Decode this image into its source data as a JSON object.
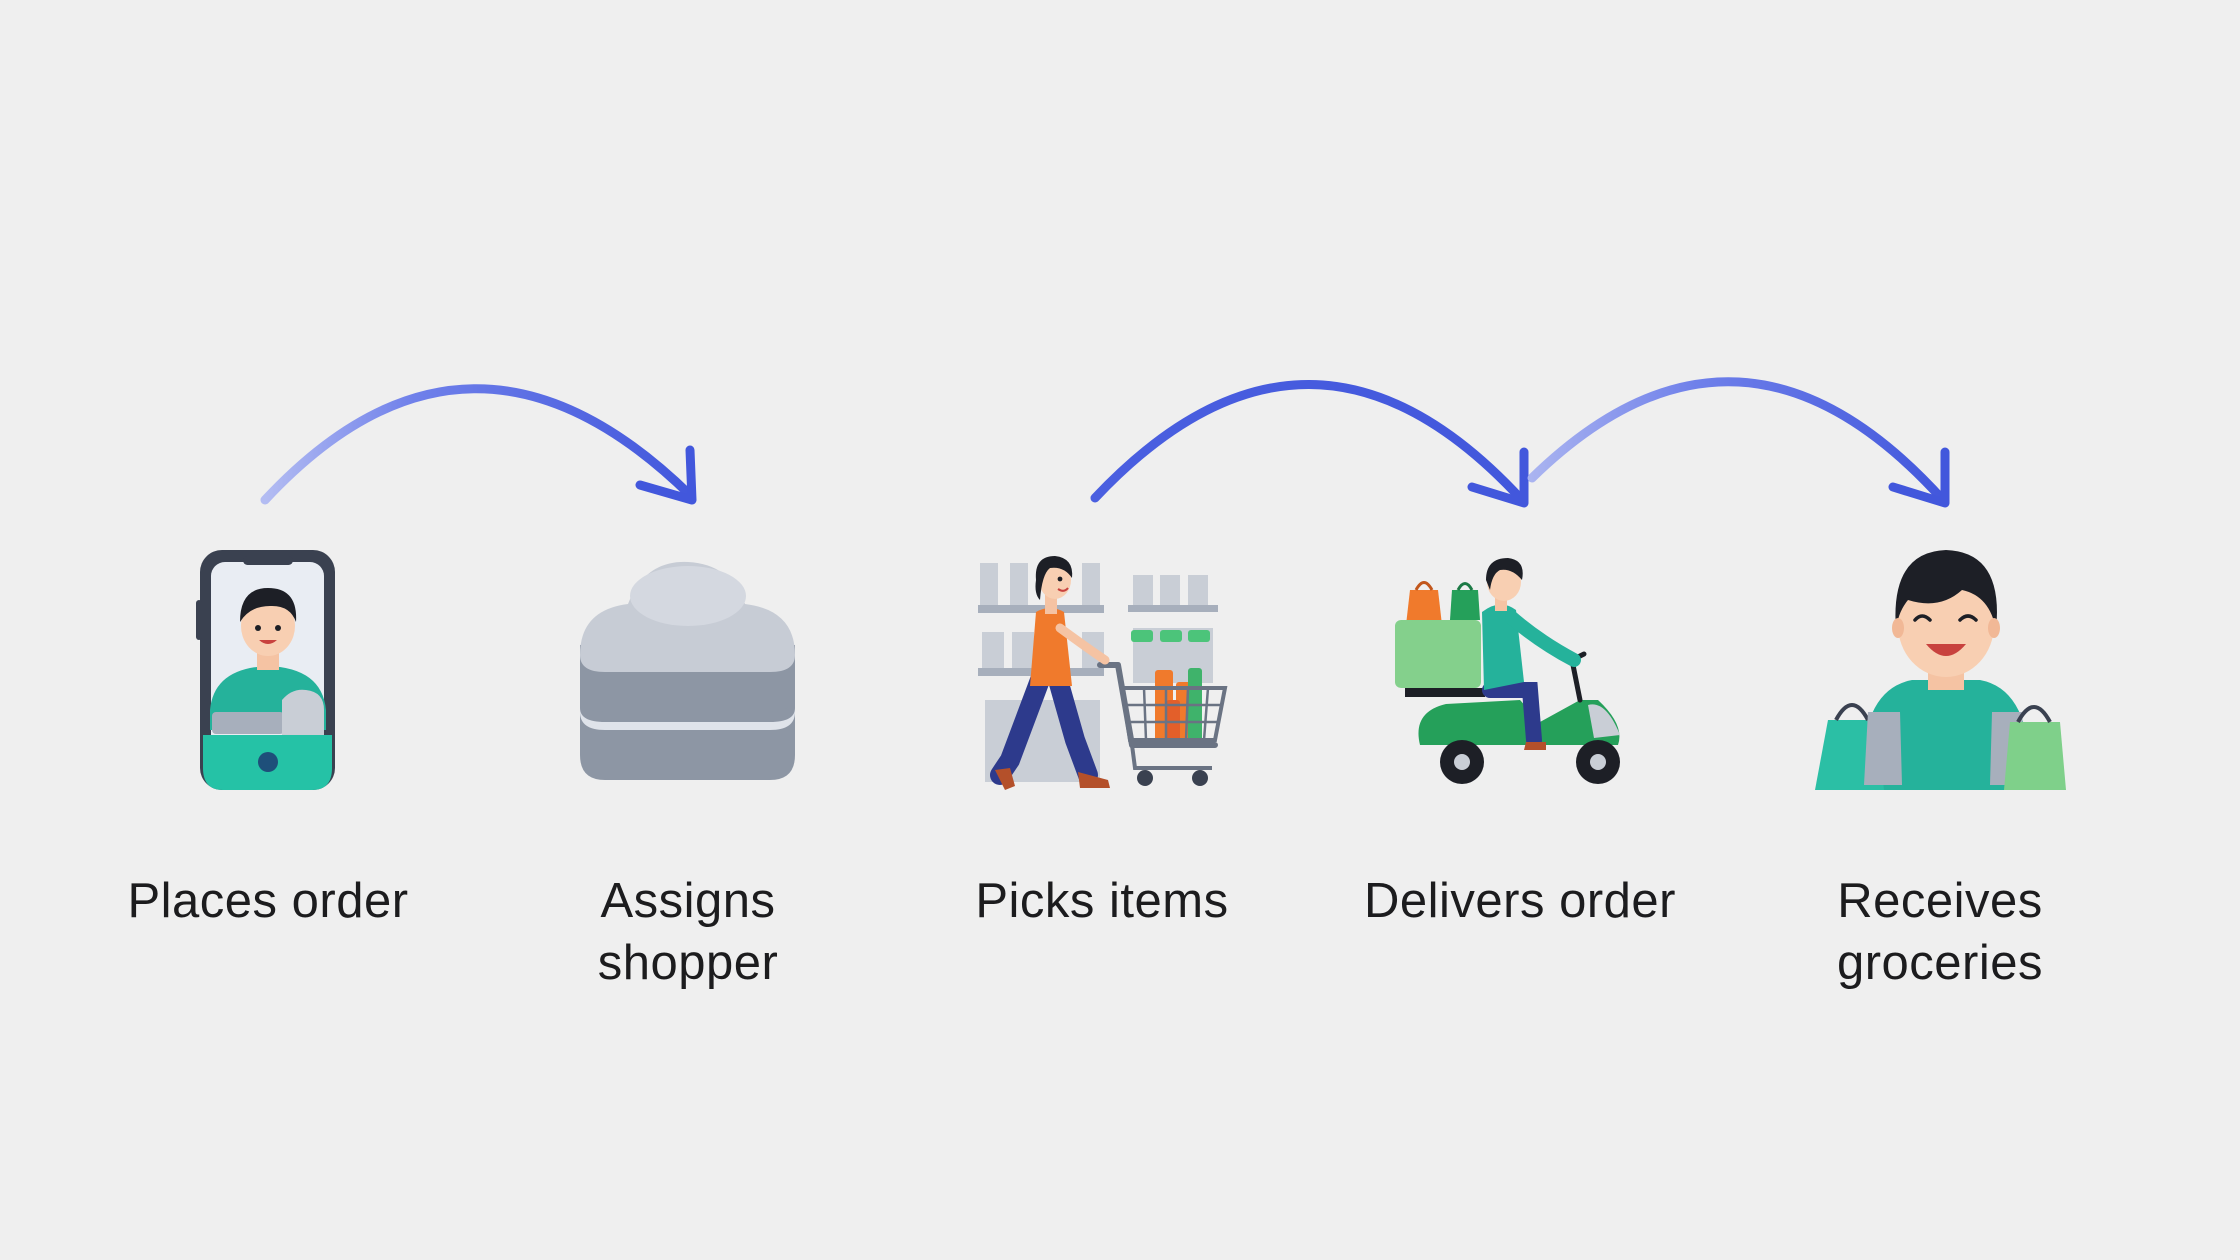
{
  "steps": [
    {
      "label": "Places order",
      "icon": "smartphone-user-icon"
    },
    {
      "label": "Assigns\nshopper",
      "icon": "cloud-server-icon"
    },
    {
      "label": "Picks items",
      "icon": "shopper-with-cart-icon"
    },
    {
      "label": "Delivers order",
      "icon": "delivery-scooter-icon"
    },
    {
      "label": "Receives\ngroceries",
      "icon": "customer-with-bags-icon"
    }
  ],
  "arrows": [
    {
      "from": "Places order",
      "to": "Assigns shopper"
    },
    {
      "from": "Picks items",
      "to": "Delivers order"
    },
    {
      "from": "Delivers order",
      "to": "Receives groceries"
    }
  ],
  "colors": {
    "arrow": "#4a5fe0",
    "arrow_fade": "#aab4f0",
    "teal": "#2bbfa5",
    "green": "#25a05a",
    "light_green": "#7fd08a",
    "orange": "#f07a2c",
    "gray": "#8a93a3",
    "navy": "#2d3a8c"
  }
}
